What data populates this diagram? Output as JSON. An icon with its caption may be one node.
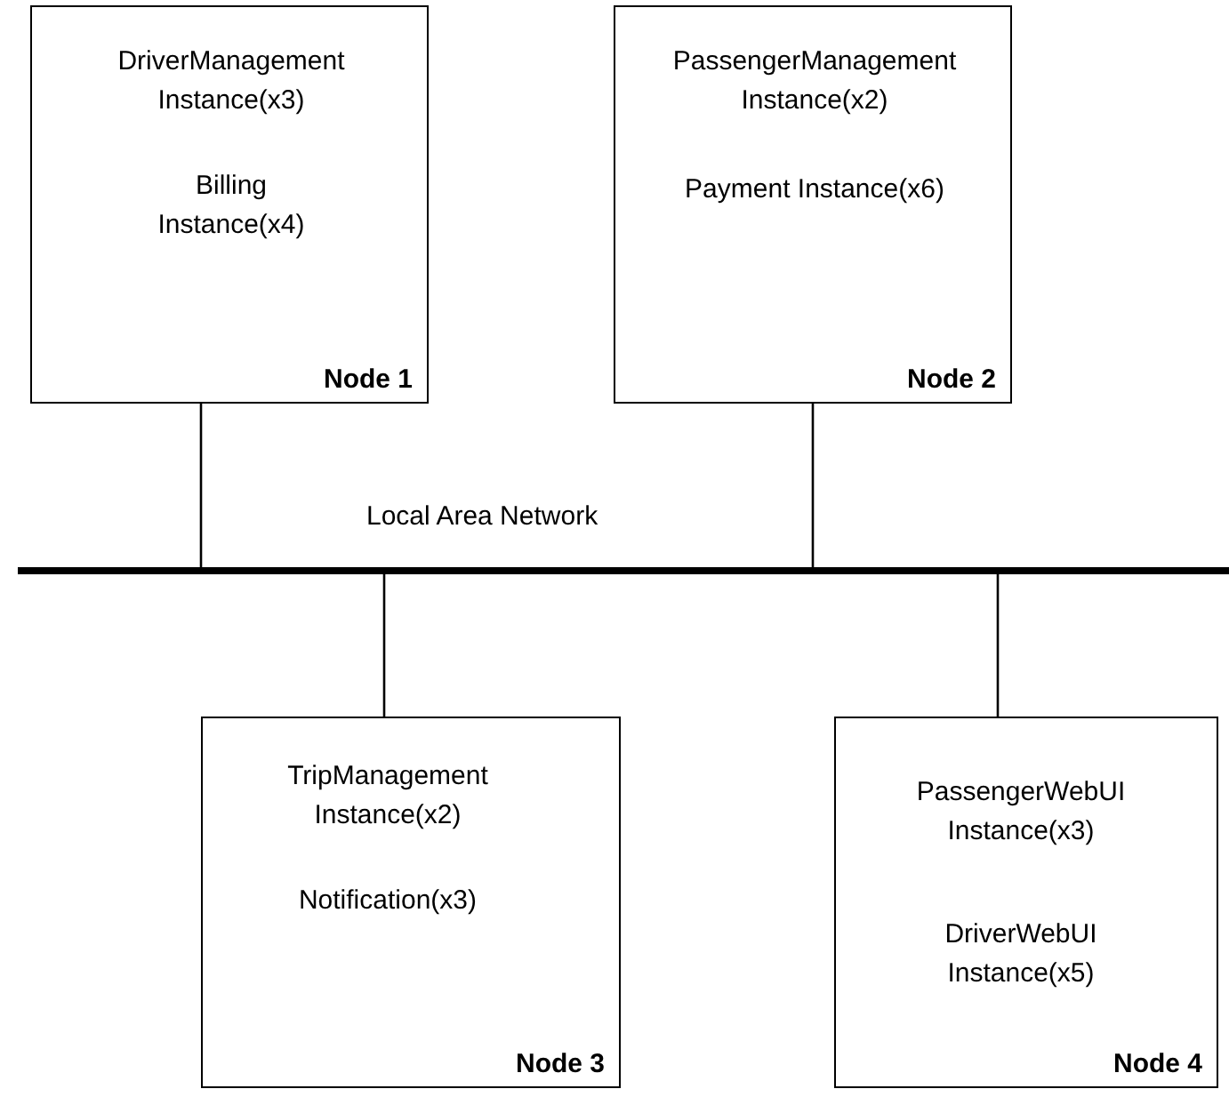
{
  "diagram": {
    "nodes": [
      {
        "text": [
          "DriverManagement Instance(x3)",
          "Billing Instance(x4)",
          "Node 1"
        ]
      },
      {
        "text": [
          "PassengerManagement Instance(x2)",
          "Payment Instance(x6)",
          "Node 2"
        ]
      },
      {
        "text": [
          "Local Area Network"
        ]
      },
      {
        "text": [
          "TripManagement Instance(x2)",
          "Notification(x3)",
          "Node 3"
        ]
      },
      {
        "text": [
          "PassengerWebUI Instance(x3)",
          "DriverWebUI Instance(x5)",
          "Node 4"
        ]
      }
    ],
    "edges": [
      {
        "from": 0,
        "to": 2,
        "arrow": "none"
      },
      {
        "from": 1,
        "to": 2,
        "arrow": "none"
      },
      {
        "from": 2,
        "to": 3,
        "arrow": "none"
      },
      {
        "from": 2,
        "to": 4,
        "arrow": "none"
      }
    ]
  }
}
